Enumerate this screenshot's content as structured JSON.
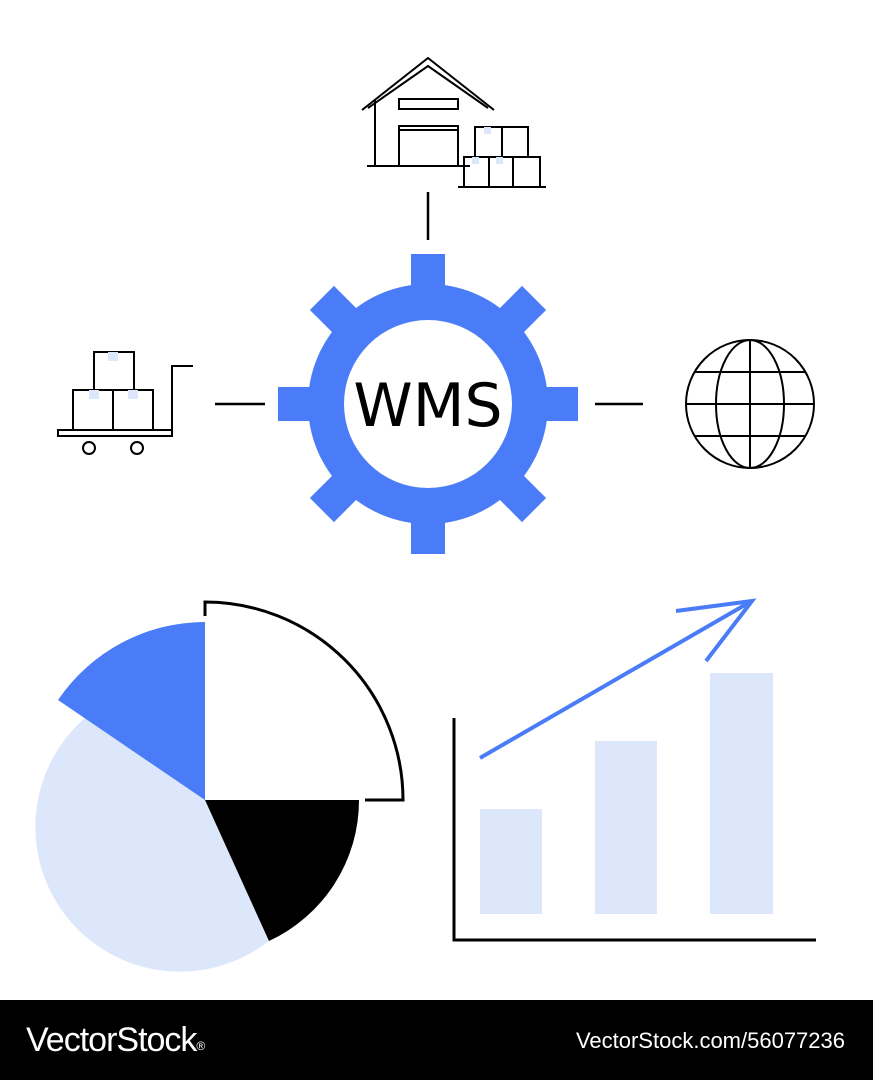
{
  "hub": {
    "label": "WMS",
    "gear_color": "#4a7cf7"
  },
  "colors": {
    "accent": "#4a7cf7",
    "accent_light": "#dde7fb",
    "line": "#000000"
  },
  "icons": {
    "top": "warehouse-icon",
    "left": "cart-with-boxes-icon",
    "right": "globe-icon",
    "bottom_left": "pie-chart-icon",
    "bottom_right": "bar-chart-growth-icon"
  },
  "footer": {
    "brand": "VectorStock",
    "brand_mark": "®",
    "stock_id": "VectorStock.com/56077236"
  }
}
